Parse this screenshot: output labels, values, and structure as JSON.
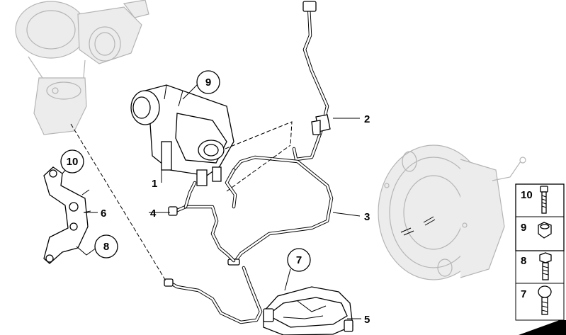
{
  "callouts": {
    "p1": "1",
    "p2": "2",
    "p3": "3",
    "p4": "4",
    "p5": "5",
    "p6": "6",
    "p7": "7",
    "p8": "8",
    "p9": "9",
    "p10": "10"
  },
  "side_panel": {
    "rows": [
      {
        "label": "10",
        "icon": "bolt-long-icon"
      },
      {
        "label": "9",
        "icon": "hex-nut-icon"
      },
      {
        "label": "8",
        "icon": "flange-bolt-icon"
      },
      {
        "label": "7",
        "icon": "round-head-bolt-icon"
      }
    ],
    "bottom_icon": "pointer-arrow-icon"
  }
}
